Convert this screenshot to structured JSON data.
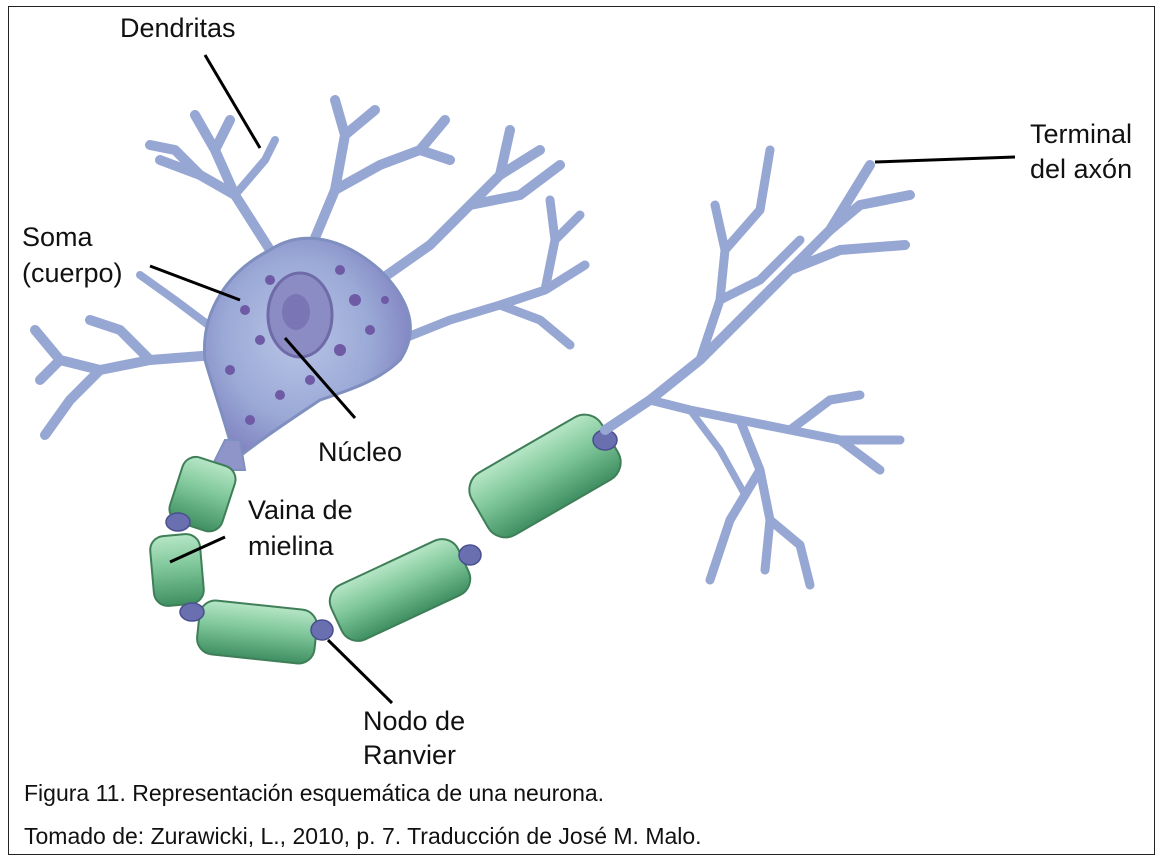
{
  "labels": {
    "dendrites": "Dendritas",
    "axon_terminal_1": "Terminal",
    "axon_terminal_2": "del axón",
    "soma_1": "Soma",
    "soma_2": "(cuerpo)",
    "nucleus": "Núcleo",
    "myelin_1": "Vaina de",
    "myelin_2": "mielina",
    "node_1": "Nodo de",
    "node_2": "Ranvier"
  },
  "caption": {
    "title": "Figura 11. Representación esquemática de una neurona.",
    "source": "Tomado de: Zurawicki, L., 2010, p. 7. Traducción de José M. Malo."
  },
  "colors": {
    "neuron_fill": "#a7b5d9",
    "neuron_stroke": "#7f8fbf",
    "nucleus": "#6f6aa8",
    "myelin": "#7fc79a",
    "myelin_dark": "#4f9f72",
    "node": "#6a6fb0"
  }
}
